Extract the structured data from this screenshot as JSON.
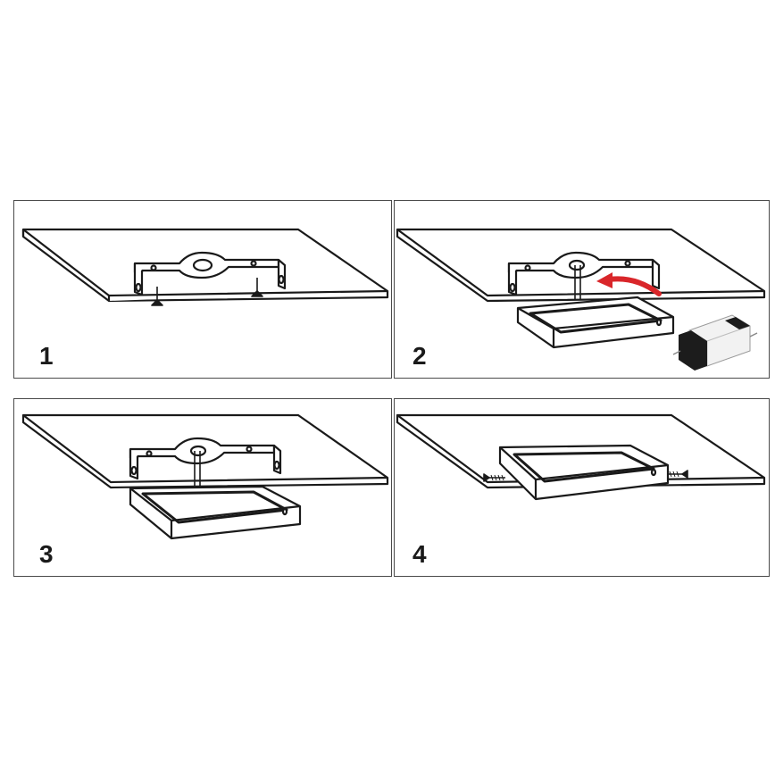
{
  "steps": [
    {
      "number": "1"
    },
    {
      "number": "2"
    },
    {
      "number": "3"
    },
    {
      "number": "4"
    }
  ],
  "colors": {
    "line": "#1a1a1a",
    "arrow": "#d9262a",
    "driver_body": "#f2f2f2",
    "driver_cap": "#1c1c1c"
  }
}
